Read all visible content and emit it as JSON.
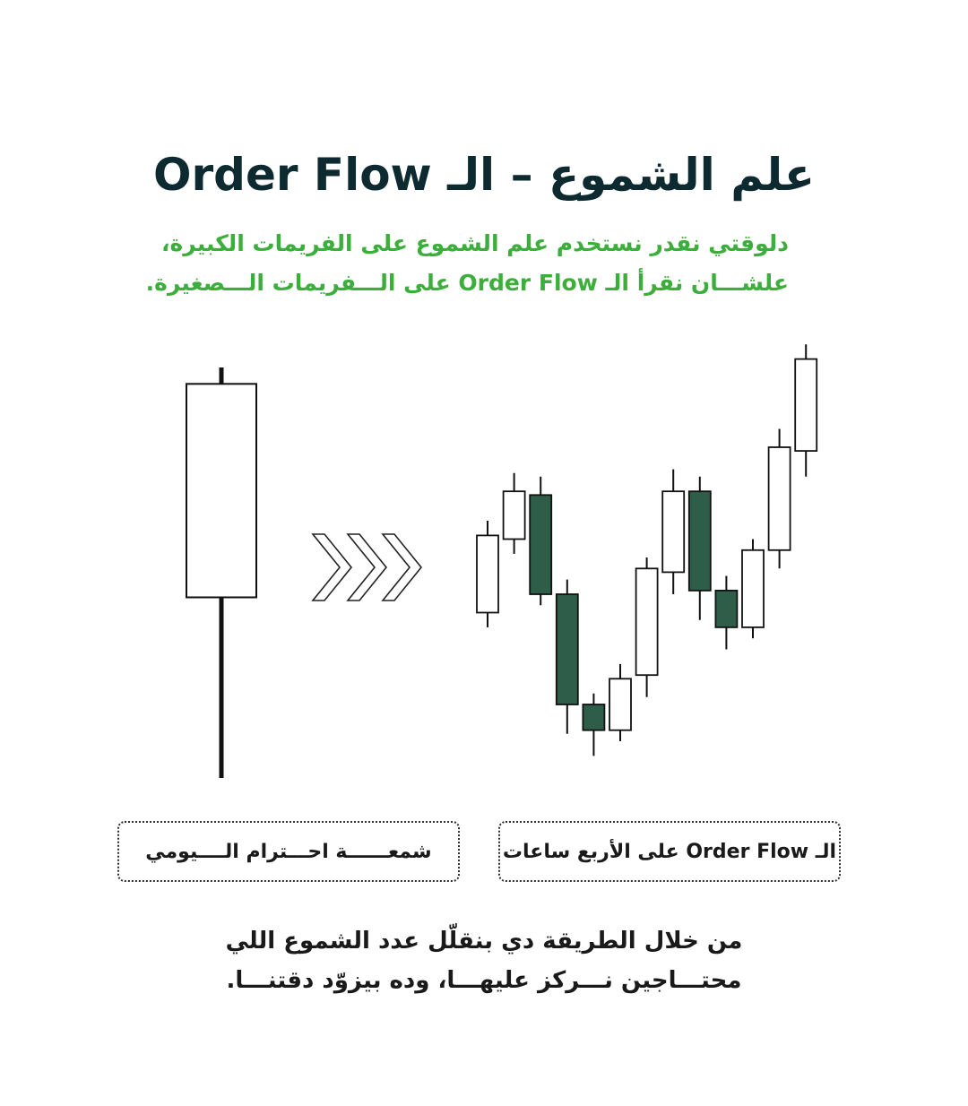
{
  "header": {
    "title": "علم الشموع – الـ Order Flow",
    "subtitle_line1": "دلوقتي نقدر نستخدم علم الشموع على الفريمات الكبيرة،",
    "subtitle_line2": "علشـــان نقرأ الـ Order Flow على الـــفريمات الـــصغيرة."
  },
  "labels": {
    "left_box": "شمعــــــة احـــترام الــــيومي",
    "right_box": "الـ Order Flow على الأربع ساعات"
  },
  "footer": {
    "line1": "من خلال الطريقة دي بنقلّل عدد الشموع اللي",
    "line2": "محتـــاجين نـــركز عليهـــا، وده بيزوّد دقتنـــا."
  },
  "colors": {
    "title": "#0d2a30",
    "subtitle": "#3cae3c",
    "bearish_candle": "#2e5e4a",
    "bullish_candle": "#ffffff",
    "outline": "#111111"
  },
  "icons": {
    "arrows": "triple-chevron-right"
  },
  "big_candle": {
    "direction": "bullish",
    "open": 0.44,
    "close": 0.96,
    "high": 1.0,
    "low": 0.0
  },
  "small_candles": [
    {
      "o": 0.45,
      "c": 0.66,
      "h": 0.7,
      "l": 0.41,
      "dir": "bull"
    },
    {
      "o": 0.65,
      "c": 0.78,
      "h": 0.83,
      "l": 0.61,
      "dir": "bull"
    },
    {
      "o": 0.77,
      "c": 0.5,
      "h": 0.82,
      "l": 0.47,
      "dir": "bear"
    },
    {
      "o": 0.5,
      "c": 0.2,
      "h": 0.54,
      "l": 0.12,
      "dir": "bear"
    },
    {
      "o": 0.2,
      "c": 0.13,
      "h": 0.23,
      "l": 0.06,
      "dir": "bear"
    },
    {
      "o": 0.13,
      "c": 0.27,
      "h": 0.31,
      "l": 0.1,
      "dir": "bull"
    },
    {
      "o": 0.28,
      "c": 0.57,
      "h": 0.6,
      "l": 0.22,
      "dir": "bull"
    },
    {
      "o": 0.56,
      "c": 0.78,
      "h": 0.84,
      "l": 0.5,
      "dir": "bull"
    },
    {
      "o": 0.78,
      "c": 0.51,
      "h": 0.82,
      "l": 0.43,
      "dir": "bear"
    },
    {
      "o": 0.51,
      "c": 0.41,
      "h": 0.55,
      "l": 0.35,
      "dir": "bear"
    },
    {
      "o": 0.41,
      "c": 0.62,
      "h": 0.65,
      "l": 0.38,
      "dir": "bull"
    },
    {
      "o": 0.62,
      "c": 0.9,
      "h": 0.95,
      "l": 0.57,
      "dir": "bull"
    },
    {
      "o": 0.89,
      "c": 1.14,
      "h": 1.18,
      "l": 0.82,
      "dir": "bull"
    }
  ]
}
